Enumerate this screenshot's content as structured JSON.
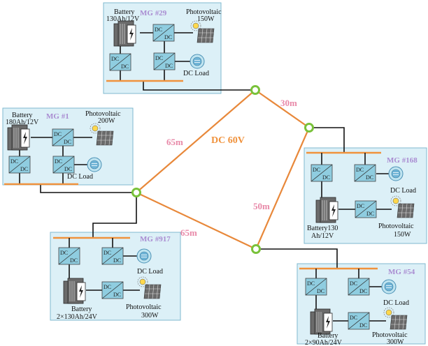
{
  "trunk_label": "DC 60V",
  "distances": {
    "d30": "30m",
    "d65a": "65m",
    "d65b": "65m",
    "d50": "50m"
  },
  "dc_text": "DC",
  "microgrids": [
    {
      "id": "mg29",
      "name": "MG #29",
      "battery": [
        "Battery",
        "130Ah/12V"
      ],
      "pv": [
        "Photovoltaic",
        "150W"
      ],
      "load": [
        "DC Load"
      ]
    },
    {
      "id": "mg1",
      "name": "MG #1",
      "battery": [
        "Battery",
        "180Ah/12V"
      ],
      "pv": [
        "Photovoltaic",
        "200W"
      ],
      "load": [
        "DC Load"
      ]
    },
    {
      "id": "mg168",
      "name": "MG #168",
      "battery": [
        "Battery130",
        "Ah/12V"
      ],
      "pv": [
        "Photovoltaic",
        "150W"
      ],
      "load": [
        "DC Load"
      ]
    },
    {
      "id": "mg917",
      "name": "MG #917",
      "battery": [
        "Battery",
        "2×130Ah/24V"
      ],
      "pv": [
        "Photovoltaic",
        "300W"
      ],
      "load": [
        "DC Load"
      ]
    },
    {
      "id": "mg54",
      "name": "MG #54",
      "battery": [
        "Battery",
        "2×90Ah/24V"
      ],
      "pv": [
        "Photovoltaic",
        "300W"
      ],
      "load": [
        "DC Load"
      ]
    }
  ]
}
